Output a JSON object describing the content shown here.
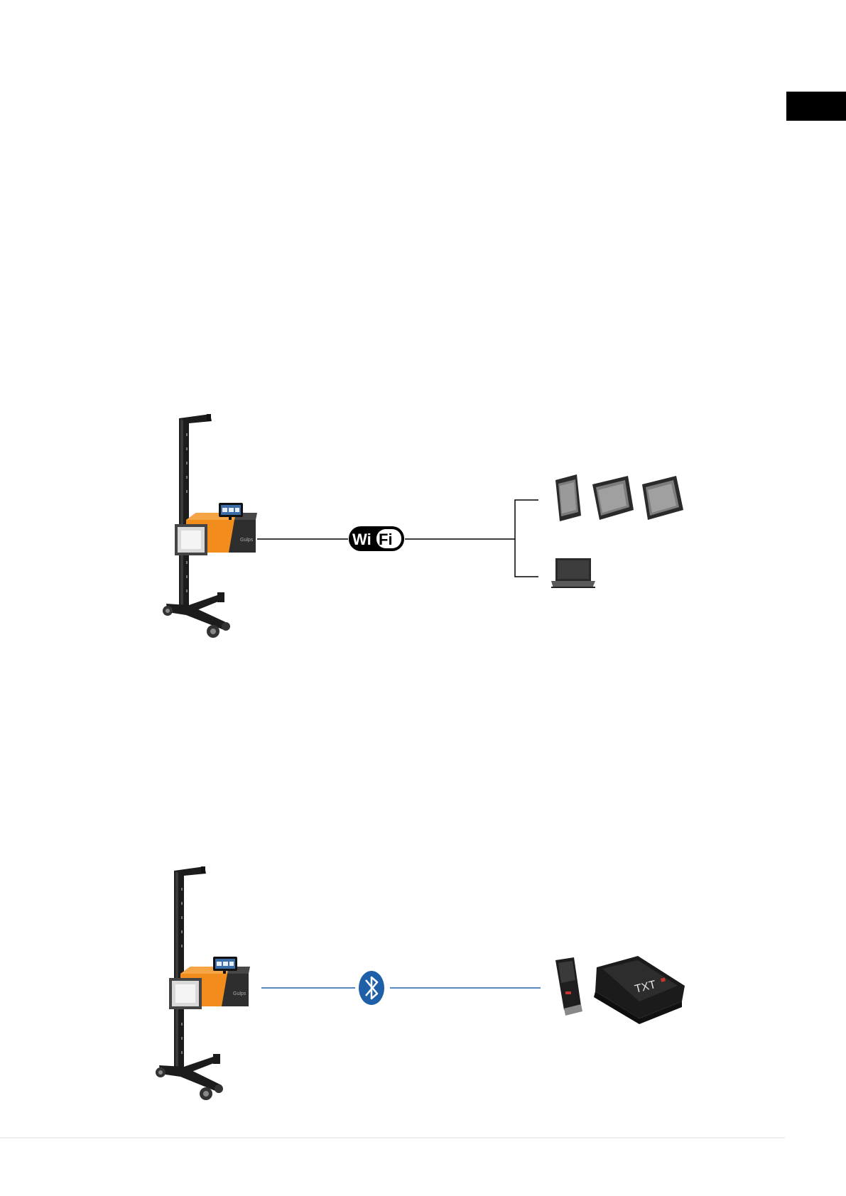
{
  "page_tab": {
    "color": "#000000"
  },
  "wifi_section": {
    "device": {
      "brand_label": "Gulps",
      "accent_color": "#f28c1c"
    },
    "connection": {
      "icon": "wifi-logo-icon",
      "logo_left": "Wi",
      "logo_right": "Fi",
      "line_color": "#000000"
    },
    "targets": [
      {
        "icon": "tablet-icon"
      },
      {
        "icon": "tablet-icon"
      },
      {
        "icon": "tablet-icon"
      },
      {
        "icon": "laptop-icon"
      }
    ]
  },
  "bluetooth_section": {
    "device": {
      "brand_label": "Gulps",
      "accent_color": "#f28c1c"
    },
    "connection": {
      "icon": "bluetooth-icon",
      "line_color": "#1f5fa8"
    },
    "targets": [
      {
        "icon": "vci-dongle-icon"
      },
      {
        "icon": "diagnostic-interface-icon",
        "label": "TXT"
      }
    ]
  }
}
